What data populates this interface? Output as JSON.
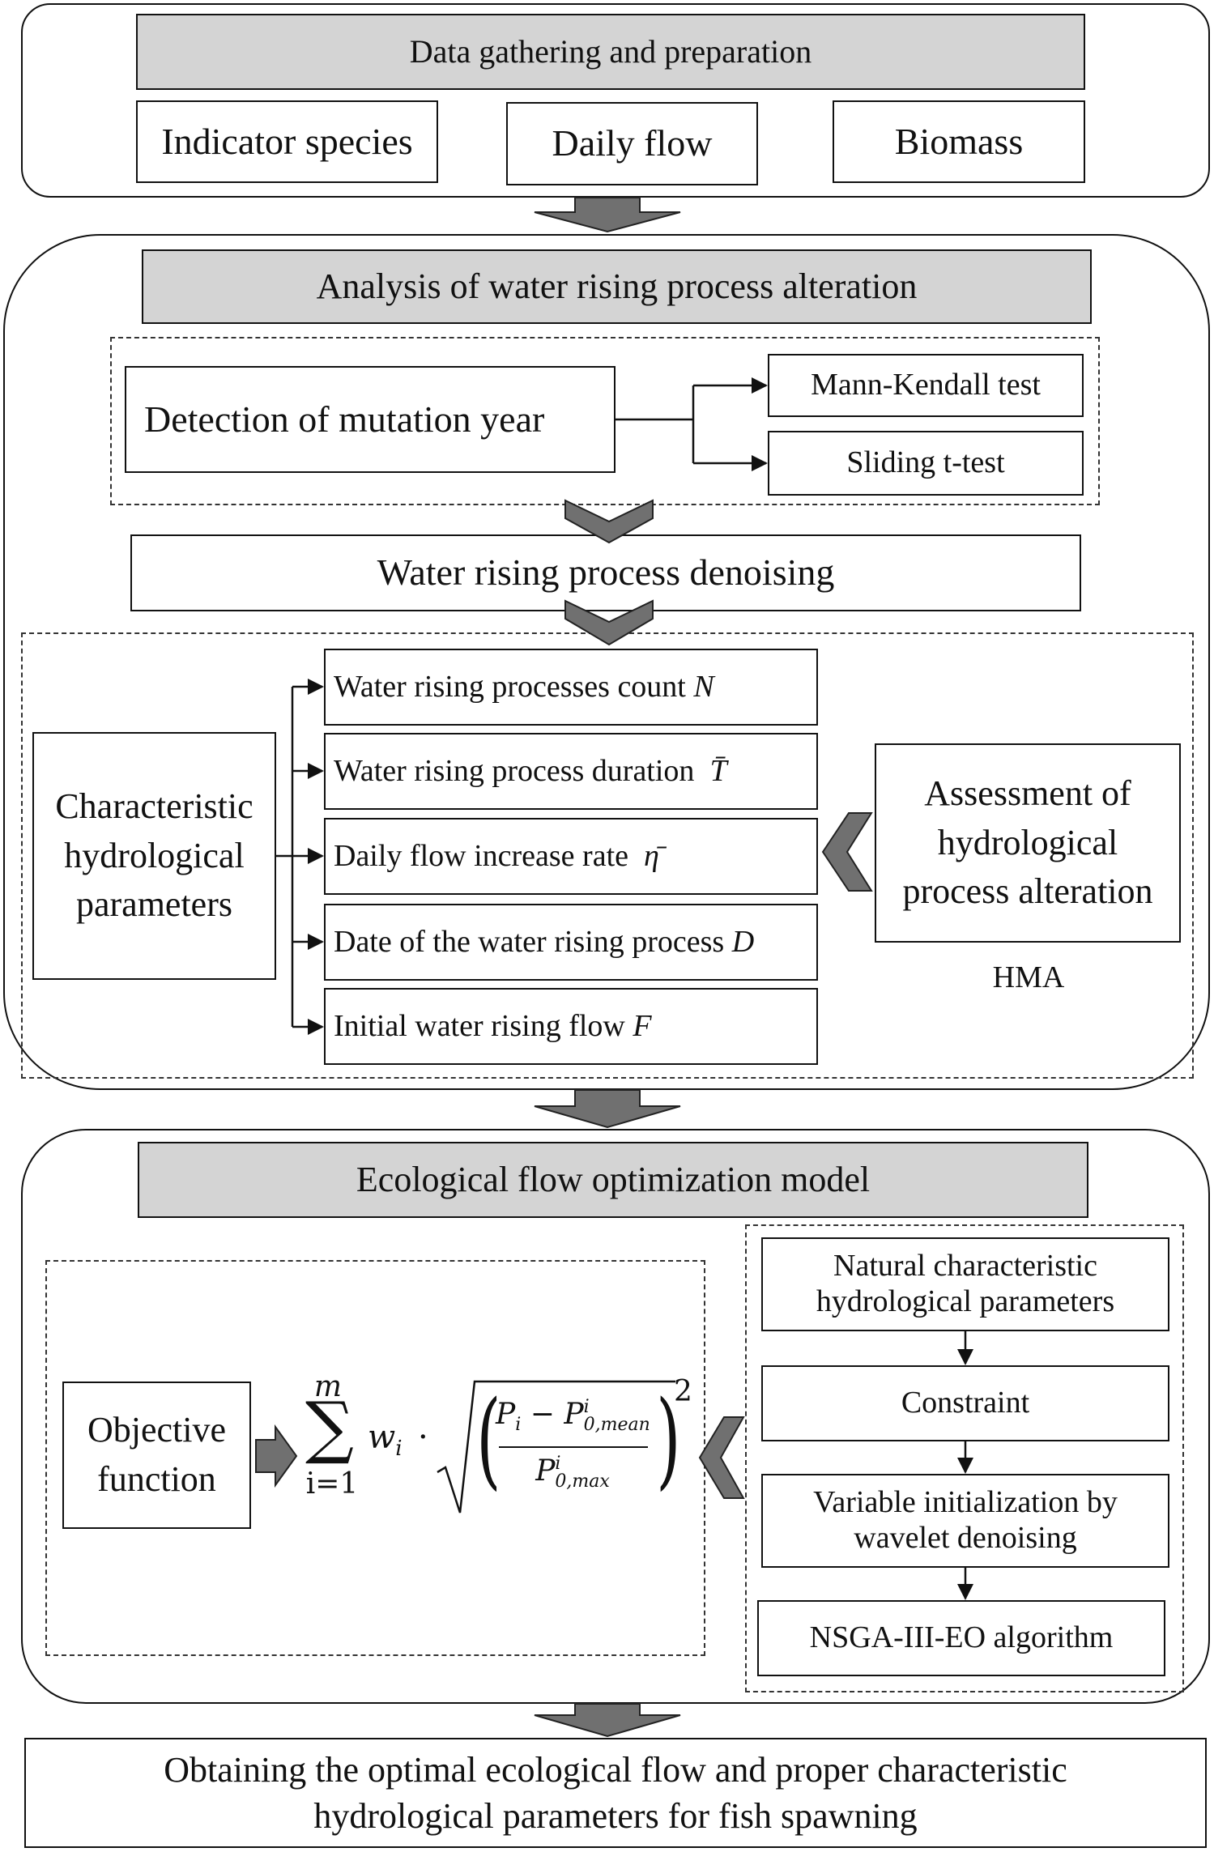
{
  "stage1": {
    "title": "Data gathering and preparation",
    "items": [
      "Indicator species",
      "Daily flow",
      "Biomass"
    ]
  },
  "stage2": {
    "title": "Analysis of water rising process alteration",
    "mutation": {
      "label": "Detection of mutation year",
      "tests": [
        "Mann-Kendall test",
        "Sliding t-test"
      ]
    },
    "denoising": "Water rising process denoising",
    "characteristic": "Characteristic\nhydrological\nparameters",
    "parameters": [
      {
        "text": "Water rising processes count",
        "symbol": "N"
      },
      {
        "text": "Water rising process duration",
        "symbol": "T̄"
      },
      {
        "text": "Daily flow increase rate",
        "symbol": "η̄"
      },
      {
        "text": "Date of the water rising process",
        "symbol": "D"
      },
      {
        "text": "Initial water rising flow",
        "symbol": "F"
      }
    ],
    "assessment": "Assessment of\nhydrological\nprocess alteration",
    "assessment_method": "HMA"
  },
  "stage3": {
    "title": "Ecological flow optimization model",
    "objective": "Objective\nfunction",
    "formula": {
      "sum_top": "m",
      "sum_bottom": "i=1",
      "weight": "w",
      "weight_sub": "i",
      "numerator": "P",
      "numerator_sub": "i",
      "minus": "−",
      "mean_term": "P",
      "mean_sup": "i",
      "mean_sub": "0,mean",
      "denominator": "P",
      "denominator_sup": "i",
      "denominator_sub": "0,max",
      "exponent": "2"
    },
    "steps": [
      "Natural characteristic\nhydrological parameters",
      "Constraint",
      "Variable initialization by\nwavelet denoising",
      "NSGA-III-EO algorithm"
    ]
  },
  "result": "Obtaining the optimal ecological flow and proper characteristic\nhydrological parameters for fish spawning"
}
